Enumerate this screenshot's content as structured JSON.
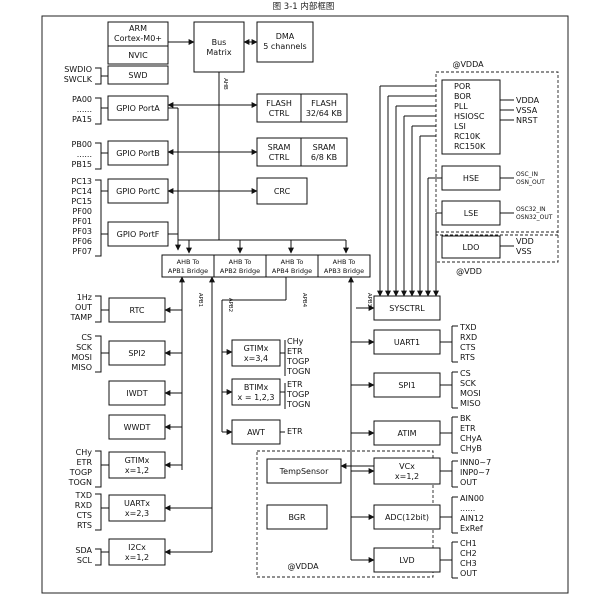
{
  "caption": "图 3-1   内部框图",
  "blocks": {
    "arm": "ARM",
    "cortex": "Cortex-M0+",
    "nvic": "NVIC",
    "swd": "SWD",
    "bus_1": "Bus",
    "bus_2": "Matrix",
    "dma_1": "DMA",
    "dma_2": "5 channels",
    "gpio_a": "GPIO PortA",
    "gpio_b": "GPIO PortB",
    "gpio_c": "GPIO PortC",
    "gpio_f": "GPIO PortF",
    "flash_ctrl_1": "FLASH",
    "flash_ctrl_2": "CTRL",
    "flash_size_1": "FLASH",
    "flash_size_2": "32/64 KB",
    "sram_ctrl_1": "SRAM",
    "sram_ctrl_2": "CTRL",
    "sram_size_1": "SRAM",
    "sram_size_2": "6/8 KB",
    "crc": "CRC",
    "ahb_apb1_1": "AHB To",
    "ahb_apb1_2": "APB1 Bridge",
    "ahb_apb2_1": "AHB To",
    "ahb_apb2_2": "APB2 Bridge",
    "ahb_apb4_1": "AHB To",
    "ahb_apb4_2": "APB4 Bridge",
    "ahb_apb3_1": "AHB To",
    "ahb_apb3_2": "APB3 Bridge",
    "rtc": "RTC",
    "spi2": "SPI2",
    "iwdt": "IWDT",
    "wwdt": "WWDT",
    "gtim_left_1": "GTIMx",
    "gtim_left_2": "x=1,2",
    "uartx_1": "UARTx",
    "uartx_2": "x=2,3",
    "i2c_1": "I2Cx",
    "i2c_2": "x=1,2",
    "gtim_mid_1": "GTIMx",
    "gtim_mid_2": "x=3,4",
    "btim_1": "BTIMx",
    "btim_2": "x = 1,2,3",
    "awt": "AWT",
    "sysctrl": "SYSCTRL",
    "uart1": "UART1",
    "spi1": "SPI1",
    "atim": "ATIM",
    "vcx_1": "VCx",
    "vcx_2": "x=1,2",
    "adc": "ADC(12bit)",
    "lvd": "LVD",
    "tempsensor": "TempSensor",
    "bgr": "BGR",
    "hse": "HSE",
    "lse": "LSE",
    "ldo": "LDO",
    "clk_por": "POR",
    "clk_bor": "BOR",
    "clk_pll": "PLL",
    "clk_hsiosc": "HSIOSC",
    "clk_lsi": "LSI",
    "clk_rc10k": "RC10K",
    "clk_rc150k": "RC150K"
  },
  "bus_labels": {
    "ahb": "AHB",
    "apb1": "APB1",
    "apb2": "APB2",
    "apb4": "APB4",
    "apb3": "APB3"
  },
  "power_labels": {
    "vdda_top": "@VDDA",
    "vdd": "@VDD",
    "vdda_bottom": "@VDDA"
  },
  "pins": {
    "swdio": "SWDIO",
    "swclk": "SWCLK",
    "pa00": "PA00",
    "pa_dots": "......",
    "pa15": "PA15",
    "pb00": "PB00",
    "pb_dots": "......",
    "pb15": "PB15",
    "pc13": "PC13",
    "pc14": "PC14",
    "pc15": "PC15",
    "pf00": "PF00",
    "pf01": "PF01",
    "pf03": "PF03",
    "pf06": "PF06",
    "pf07": "PF07",
    "rtc_1hz": "1Hz",
    "rtc_out": "OUT",
    "rtc_tamp": "TAMP",
    "spi2_cs": "CS",
    "spi2_sck": "SCK",
    "spi2_mosi": "MOSI",
    "spi2_miso": "MISO",
    "gtl_chy": "CHy",
    "gtl_etr": "ETR",
    "gtl_togp": "TOGP",
    "gtl_togn": "TOGN",
    "ux_txd": "TXD",
    "ux_rxd": "RXD",
    "ux_cts": "CTS",
    "ux_rts": "RTS",
    "i2c_sda": "SDA",
    "i2c_scl": "SCL",
    "gtm_chy": "CHy",
    "gtm_etr": "ETR",
    "gtm_togp": "TOGP",
    "gtm_togn": "TOGN",
    "bt_etr": "ETR",
    "bt_togp": "TOGP",
    "bt_togn": "TOGN",
    "awt_etr": "ETR",
    "u1_txd": "TXD",
    "u1_rxd": "RXD",
    "u1_cts": "CTS",
    "u1_rts": "RTS",
    "s1_cs": "CS",
    "s1_sck": "SCK",
    "s1_mosi": "MOSI",
    "s1_miso": "MISO",
    "at_bk": "BK",
    "at_etr": "ETR",
    "at_chya": "CHyA",
    "at_chyb": "CHyB",
    "vc_inn": "INN0~7",
    "vc_inp": "INP0~7",
    "vc_out": "OUT",
    "adc_ain00": "AIN00",
    "adc_dots": "......",
    "adc_ain12": "AIN12",
    "adc_exref": "ExRef",
    "lvd_ch1": "CH1",
    "lvd_ch2": "CH2",
    "lvd_ch3": "CH3",
    "lvd_out": "OUT",
    "clk_vdda": "VDDA",
    "clk_vssa": "VSSA",
    "clk_nrst": "NRST",
    "osc_in": "OSC_IN",
    "osn_out": "OSN_OUT",
    "osc32_in": "OSC32_IN",
    "osn32_out": "OSN32_OUT",
    "ldo_vdd": "VDD",
    "ldo_vss": "VSS"
  }
}
